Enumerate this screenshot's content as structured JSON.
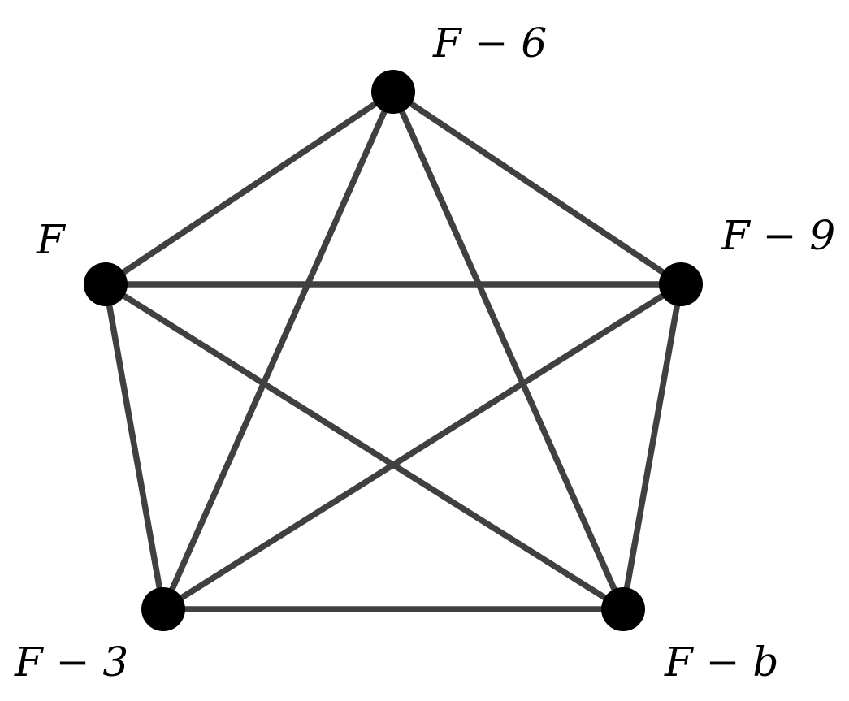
{
  "graph": {
    "nodes": [
      {
        "id": "top",
        "label": "F − 6"
      },
      {
        "id": "left",
        "label": "F"
      },
      {
        "id": "right",
        "label": "F − 9"
      },
      {
        "id": "bottom-left",
        "label": "F − 3"
      },
      {
        "id": "bottom-right",
        "label": "F − b"
      }
    ],
    "edges": [
      [
        "top",
        "left"
      ],
      [
        "top",
        "right"
      ],
      [
        "top",
        "bottom-left"
      ],
      [
        "top",
        "bottom-right"
      ],
      [
        "left",
        "right"
      ],
      [
        "left",
        "bottom-left"
      ],
      [
        "left",
        "bottom-right"
      ],
      [
        "right",
        "bottom-left"
      ],
      [
        "right",
        "bottom-right"
      ],
      [
        "bottom-left",
        "bottom-right"
      ]
    ],
    "colors": {
      "edge": "#404040",
      "node": "#000000",
      "background": "#ffffff"
    }
  }
}
